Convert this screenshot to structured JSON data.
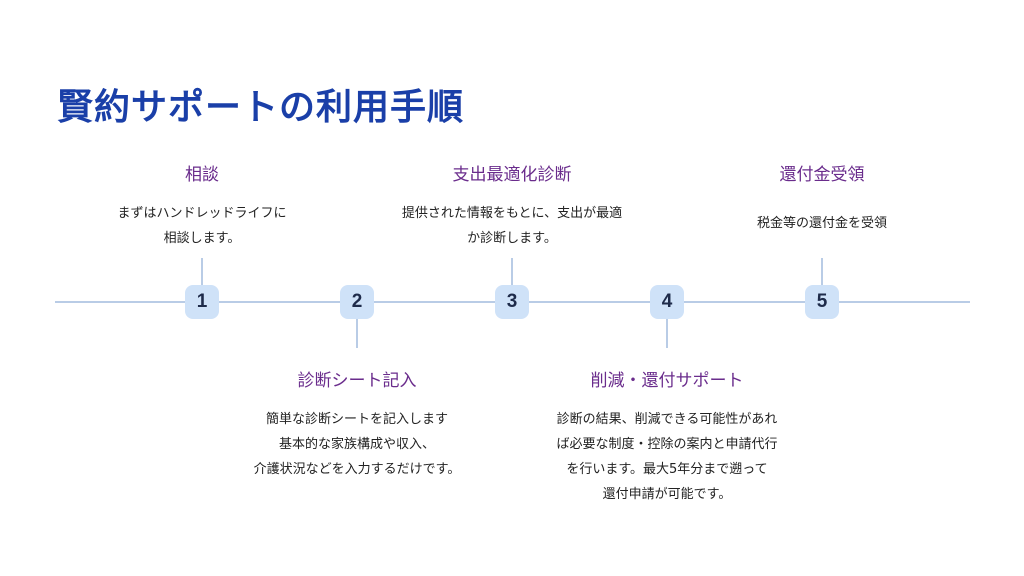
{
  "title": "賢約サポートの利用手順",
  "steps": [
    {
      "number": "1",
      "title": "相談",
      "desc": [
        "まずはハンドレッドライフに",
        "相談します。"
      ]
    },
    {
      "number": "2",
      "title": "診断シート記入",
      "desc": [
        "簡単な診断シートを記入します",
        "基本的な家族構成や収入、",
        "介護状況などを入力するだけです。"
      ]
    },
    {
      "number": "3",
      "title": "支出最適化診断",
      "desc": [
        "提供された情報をもとに、支出が最適",
        "か診断します。"
      ]
    },
    {
      "number": "4",
      "title": "削減・還付サポート",
      "desc": [
        "診断の結果、削減できる可能性があれ",
        "ば必要な制度・控除の案内と申請代行",
        "を行います。最大5年分まで遡って",
        "還付申請が可能です。"
      ]
    },
    {
      "number": "5",
      "title": "還付金受領",
      "desc": [
        "税金等の還付金を受領"
      ]
    }
  ],
  "colors": {
    "title": "#1a3fa8",
    "step_title": "#6a2c8c",
    "node_bg": "#cfe2f8",
    "line": "#b9cce6"
  }
}
